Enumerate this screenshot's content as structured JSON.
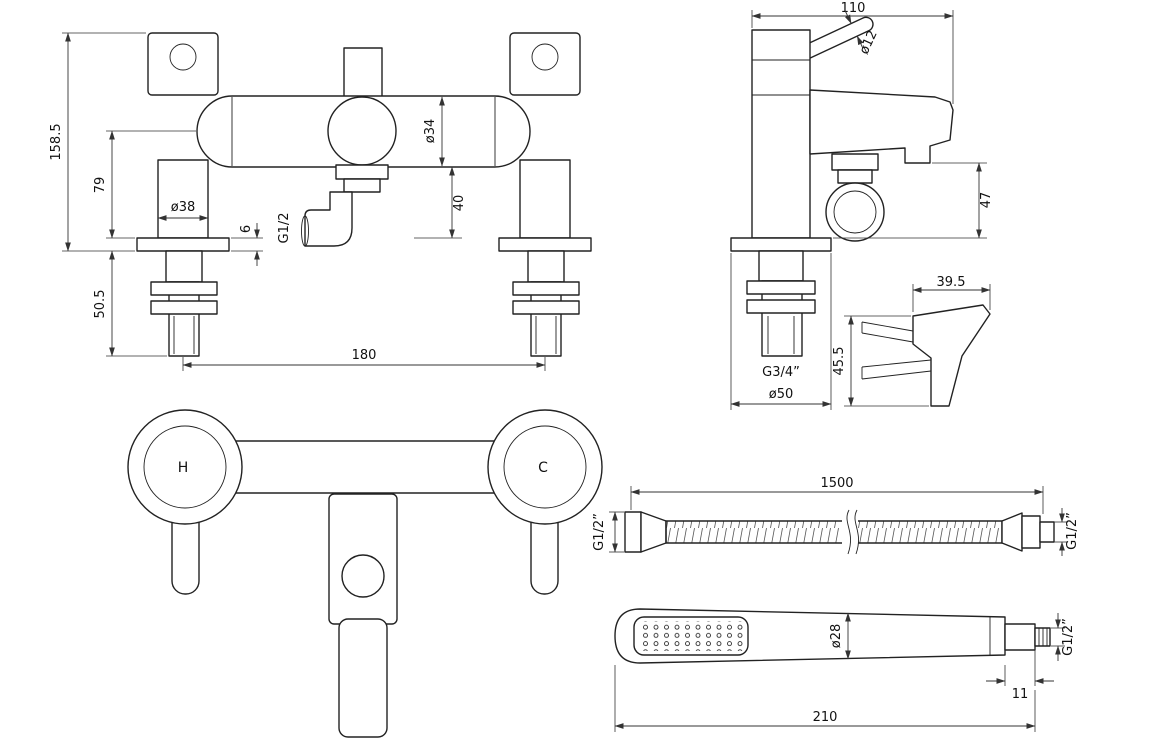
{
  "line_color": "#222222",
  "front_view": {
    "total_height": "158.5",
    "body_height": "79",
    "tail_length": "50.5",
    "leg_diameter": "ø38",
    "deck_thickness": "6",
    "outlet_thread": "G1/2",
    "body_diameter": "ø34",
    "outlet_height": "40",
    "hole_centres": "180"
  },
  "side_view": {
    "depth": "110",
    "lever_diameter": "ø12",
    "spout_height": "47",
    "inlet_thread": "G3/4”",
    "base_diameter": "ø50",
    "bracket_depth": "39.5",
    "bracket_height": "45.5"
  },
  "plan_view": {
    "hot_label": "H",
    "cold_label": "C"
  },
  "hose": {
    "length": "1500",
    "thread_left": "G1/2”",
    "thread_right": "G1/2”"
  },
  "handset": {
    "head_diameter": "ø28",
    "neck_length": "11",
    "total_length": "210",
    "thread": "G1/2”"
  }
}
